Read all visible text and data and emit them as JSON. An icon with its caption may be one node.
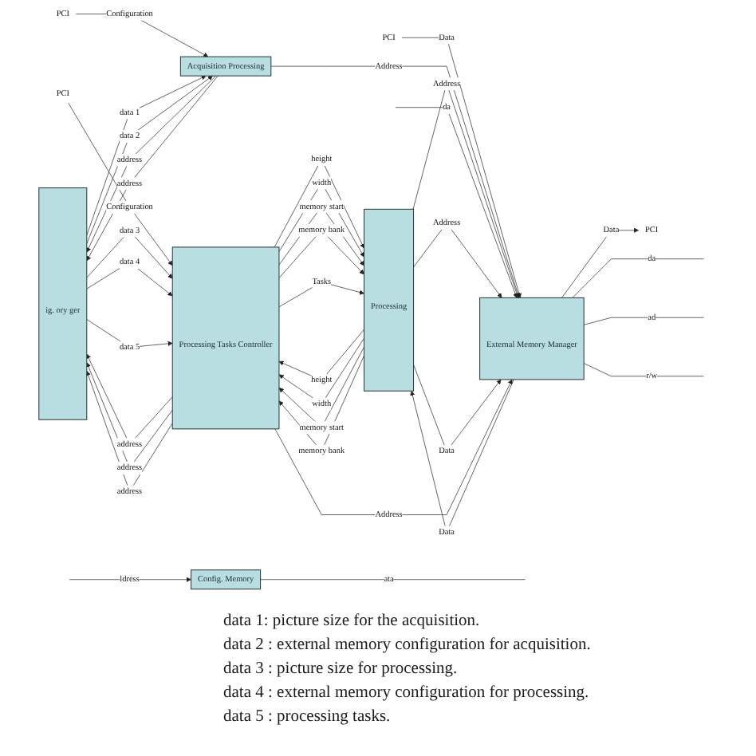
{
  "diagram": {
    "nodes": [
      {
        "text": [
          "PCI"
        ]
      },
      {
        "text": [
          "PCI"
        ]
      },
      {
        "text": [
          "ig. ory ger"
        ]
      },
      {
        "text": [
          "Acquisition Processing"
        ]
      },
      {
        "text": [
          "PCI"
        ]
      },
      {
        "text": [
          "External Memory Manager"
        ]
      },
      {
        "text": [
          "Processing Tasks Controller"
        ]
      },
      {
        "text": [
          "Processing"
        ]
      },
      {
        "text": [
          "Config. Memory"
        ]
      },
      {
        "text": [
          "PCI"
        ]
      }
    ],
    "edges": [
      {
        "from": 0,
        "to": 3,
        "arrow": "to",
        "label": "Configuration"
      },
      {
        "from": 1,
        "to": 5,
        "arrow": "to",
        "label": "Data"
      },
      {
        "from": 4,
        "to": 6,
        "arrow": "to",
        "label": "Configuration"
      },
      {
        "from": 6,
        "to": 2,
        "arrow": "to",
        "label": "address"
      },
      {
        "from": 2,
        "to": 6,
        "arrow": "to",
        "label": "data 3"
      },
      {
        "from": 6,
        "to": 2,
        "arrow": "to",
        "label": "address"
      },
      {
        "from": 2,
        "to": 6,
        "arrow": "to",
        "label": "data 4"
      },
      {
        "from": 6,
        "to": 2,
        "arrow": "to",
        "label": "address"
      },
      {
        "from": 2,
        "to": 6,
        "arrow": "to",
        "label": "data 5"
      },
      {
        "from": 3,
        "to": 2,
        "arrow": "to",
        "label": "address"
      },
      {
        "from": 2,
        "to": 3,
        "arrow": "to",
        "label": "data 1"
      },
      {
        "from": 3,
        "to": 2,
        "arrow": "to",
        "label": "address"
      },
      {
        "from": 2,
        "to": 3,
        "arrow": "to",
        "label": "data 2"
      },
      {
        "from": 3,
        "to": 5,
        "arrow": "to",
        "label": "Address"
      },
      {
        "from": 7,
        "to": 5,
        "arrow": "to",
        "label": "Address"
      },
      {
        "from": 5,
        "to": 7,
        "arrow": "to",
        "label": "Data"
      },
      {
        "from": 5,
        "to": null,
        "arrow": "none",
        "label": "da"
      },
      {
        "from": 5,
        "to": null,
        "arrow": "none",
        "label": "ad"
      },
      {
        "from": 5,
        "to": null,
        "arrow": "none",
        "label": "r/w"
      },
      {
        "from": null,
        "to": 5,
        "arrow": "to",
        "label": "da"
      },
      {
        "from": 6,
        "to": 7,
        "arrow": "to",
        "label": "height"
      },
      {
        "from": 6,
        "to": 7,
        "arrow": "to",
        "label": "width"
      },
      {
        "from": 6,
        "to": 7,
        "arrow": "to",
        "label": "memory start"
      },
      {
        "from": 6,
        "to": 7,
        "arrow": "to",
        "label": "memory bank"
      },
      {
        "from": 7,
        "to": 6,
        "arrow": "to",
        "label": "height"
      },
      {
        "from": 7,
        "to": 6,
        "arrow": "to",
        "label": "width"
      },
      {
        "from": 7,
        "to": 6,
        "arrow": "to",
        "label": "memory start"
      },
      {
        "from": 7,
        "to": 6,
        "arrow": "to",
        "label": "memory bank"
      },
      {
        "from": 7,
        "to": 5,
        "arrow": "to",
        "label": "Address"
      },
      {
        "from": 7,
        "to": 5,
        "arrow": "to",
        "label": "Data"
      },
      {
        "from": 6,
        "to": 7,
        "arrow": "to",
        "label": "Tasks"
      },
      {
        "from": 6,
        "to": 5,
        "arrow": "to",
        "label": "Address"
      },
      {
        "from": 5,
        "to": 9,
        "arrow": "to",
        "label": "Data"
      },
      {
        "from": 8,
        "to": null,
        "arrow": "none",
        "label": "ata"
      },
      {
        "from": null,
        "to": 8,
        "arrow": "to",
        "label": "ldress"
      }
    ],
    "labels": [
      "data 1: picture size for the acquisition.",
      "data 2 : external memory configuration for acquisition.",
      "data 3 : picture size for processing.",
      "data 4 : external memory configuration for processing.",
      "data 5 : processing tasks."
    ]
  }
}
